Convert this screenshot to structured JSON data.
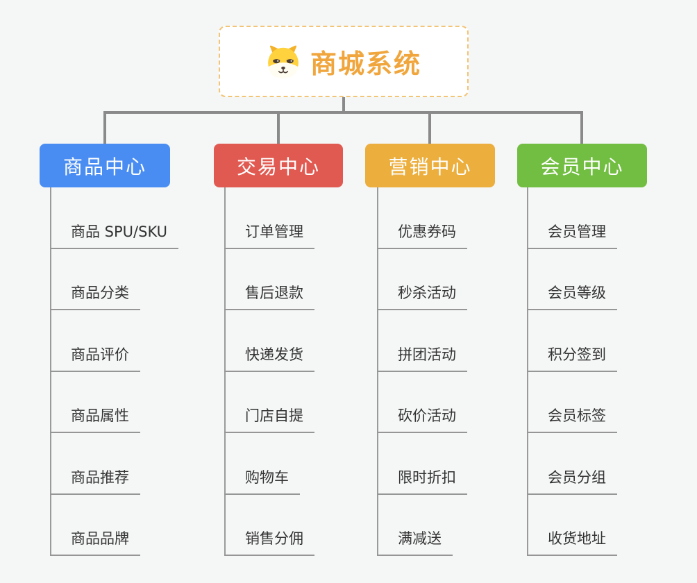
{
  "root": {
    "title": "商城系统",
    "icon": "dog-face-icon",
    "title_color": "#f0a63d",
    "border_color": "#f2c475"
  },
  "connector_color": "#8a8a8a",
  "branches": [
    {
      "label": "商品中心",
      "color": "#4a8df2",
      "children": [
        "商品 SPU/SKU",
        "商品分类",
        "商品评价",
        "商品属性",
        "商品推荐",
        "商品品牌"
      ]
    },
    {
      "label": "交易中心",
      "color": "#e15a52",
      "children": [
        "订单管理",
        "售后退款",
        "快递发货",
        "门店自提",
        "购物车",
        "销售分佣"
      ]
    },
    {
      "label": "营销中心",
      "color": "#ecae3c",
      "children": [
        "优惠券码",
        "秒杀活动",
        "拼团活动",
        "砍价活动",
        "限时折扣",
        "满减送"
      ]
    },
    {
      "label": "会员中心",
      "color": "#72be42",
      "children": [
        "会员管理",
        "会员等级",
        "积分签到",
        "会员标签",
        "会员分组",
        "收货地址"
      ]
    }
  ]
}
